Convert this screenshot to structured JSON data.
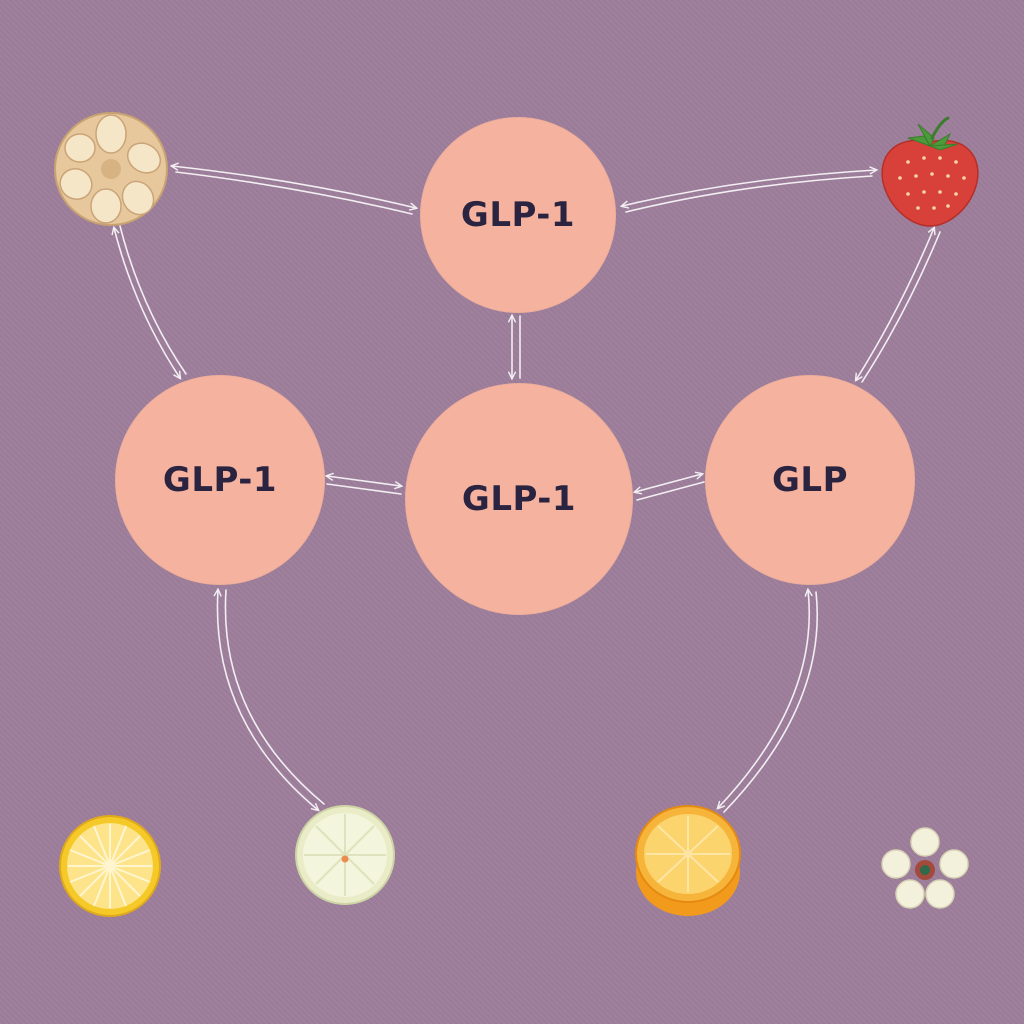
{
  "colors": {
    "background": "#9d7e9b",
    "node_fill": "#f5b39f",
    "node_text": "#2a2440",
    "arrow": "#f2eef2"
  },
  "nodes": [
    {
      "id": "top",
      "label": "GLP-1"
    },
    {
      "id": "left",
      "label": "GLP-1"
    },
    {
      "id": "center",
      "label": "GLP-1"
    },
    {
      "id": "right",
      "label": "GLP"
    }
  ],
  "fruits": [
    {
      "id": "garlic",
      "icon": "garlic-icon"
    },
    {
      "id": "strawberry",
      "icon": "strawberry-icon"
    },
    {
      "id": "lemon",
      "icon": "lemon-slice-icon"
    },
    {
      "id": "lime",
      "icon": "pale-citrus-slice-icon"
    },
    {
      "id": "orange",
      "icon": "orange-half-icon"
    },
    {
      "id": "flower",
      "icon": "white-flower-icon"
    }
  ],
  "links": [
    {
      "from": "garlic",
      "to": "top",
      "kind": "double-arrow"
    },
    {
      "from": "top",
      "to": "strawberry",
      "kind": "double-arrow"
    },
    {
      "from": "garlic",
      "to": "left",
      "kind": "double-arrow"
    },
    {
      "from": "top",
      "to": "center",
      "kind": "double-arrow"
    },
    {
      "from": "strawberry",
      "to": "right",
      "kind": "double-arrow"
    },
    {
      "from": "left",
      "to": "center",
      "kind": "double-arrow"
    },
    {
      "from": "center",
      "to": "right",
      "kind": "double-arrow"
    },
    {
      "from": "left",
      "to": "lime",
      "kind": "double-arrow"
    },
    {
      "from": "right",
      "to": "orange",
      "kind": "double-arrow"
    }
  ]
}
